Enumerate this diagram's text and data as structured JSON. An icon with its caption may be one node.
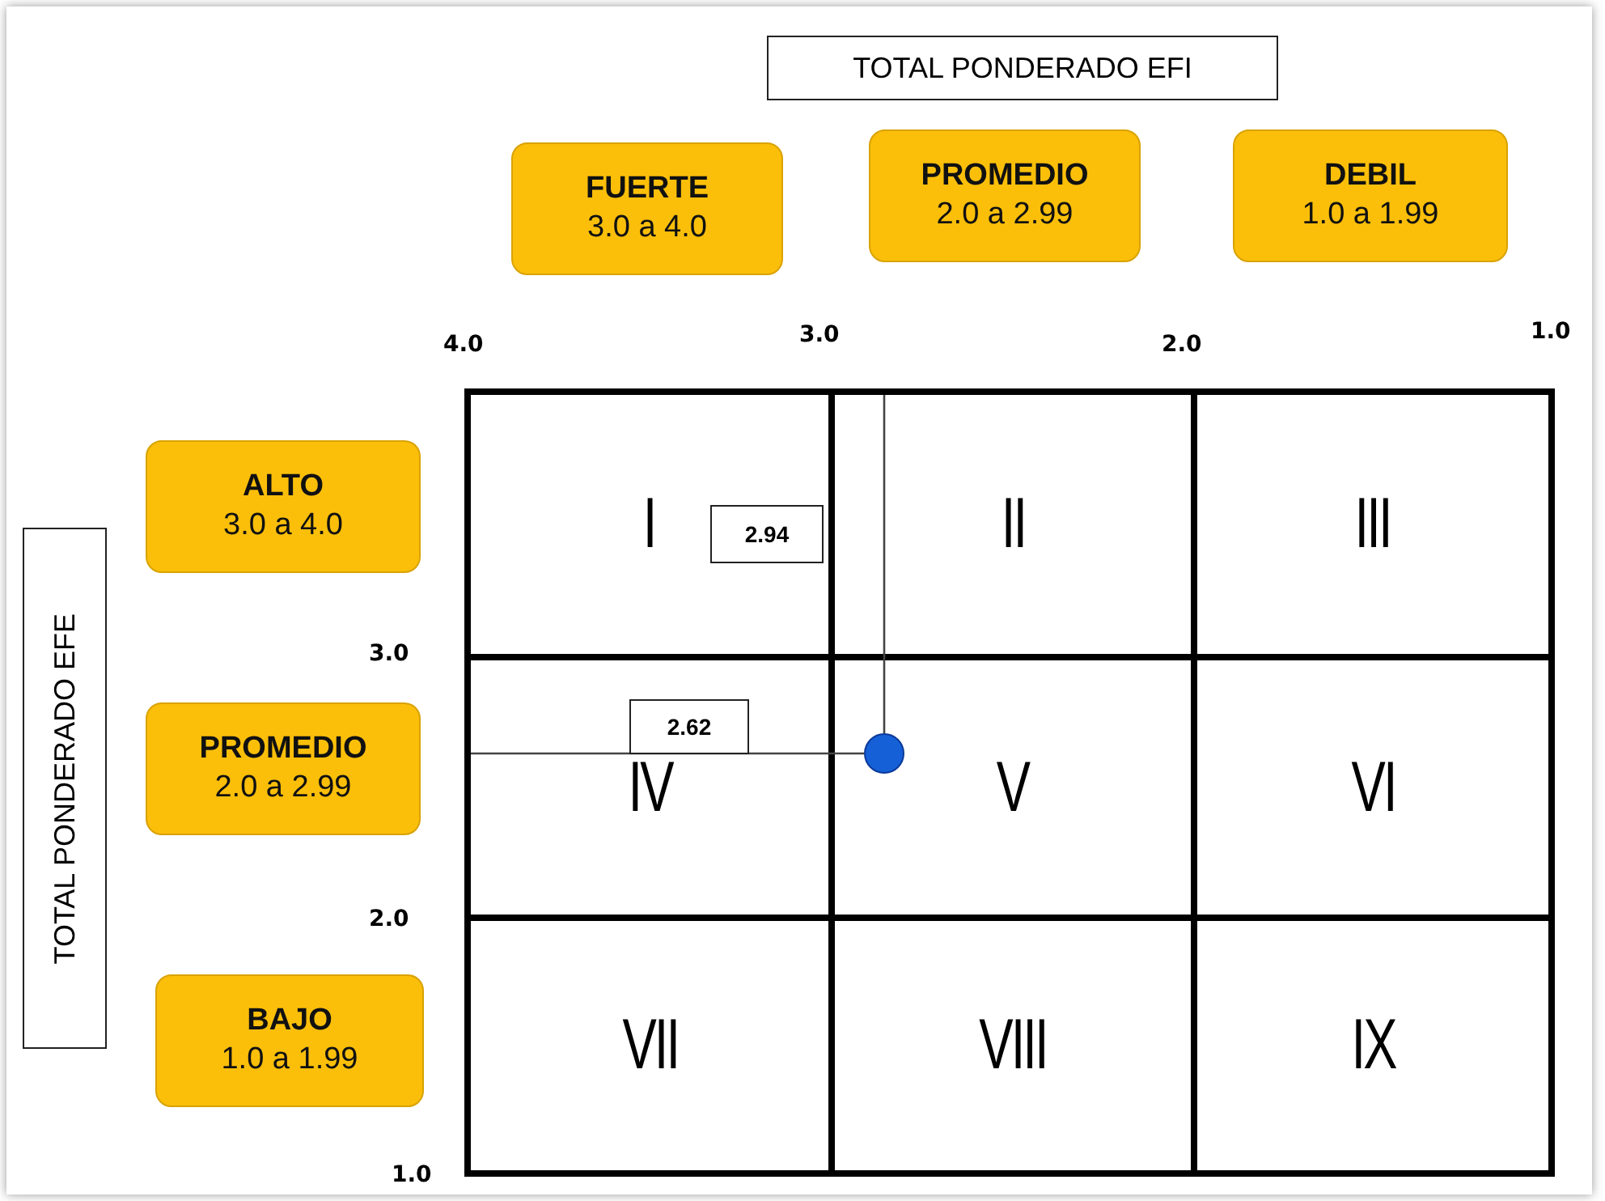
{
  "diagram": {
    "nodes": [
      {
        "text": [
          "TOTAL PONDERADO EFI"
        ]
      },
      {
        "text": [
          "FUERTE",
          "3.0 a 4.0"
        ]
      },
      {
        "text": [
          "PROMEDIO",
          "2.0 a 2.99"
        ]
      },
      {
        "text": [
          "DEBIL",
          "1.0 a 1.99"
        ]
      },
      {
        "text": [
          "TOTAL PONDERADO EFE"
        ]
      },
      {
        "text": [
          "ALTO",
          "3.0 a 4.0"
        ]
      },
      {
        "text": [
          "PROMEDIO",
          "2.0 a 2.99"
        ]
      },
      {
        "text": [
          "BAJO",
          "1.0 a 1.99"
        ]
      },
      {
        "text": [
          "I"
        ]
      },
      {
        "text": [
          "II"
        ]
      },
      {
        "text": [
          "III"
        ]
      },
      {
        "text": [
          "IV"
        ]
      },
      {
        "text": [
          "V"
        ]
      },
      {
        "text": [
          "VI"
        ]
      },
      {
        "text": [
          "VII"
        ]
      },
      {
        "text": [
          "VIII"
        ]
      },
      {
        "text": [
          "IX"
        ]
      },
      {
        "text": [
          "2.94"
        ],
        "in": 8
      },
      {
        "text": [
          "2.62"
        ],
        "in": 11
      },
      {
        "text": [],
        "shape": "circle",
        "in": 12
      }
    ],
    "edges": [
      {
        "from": 9,
        "to": 19,
        "arrow": "none"
      },
      {
        "from": 11,
        "to": 19,
        "arrow": "none"
      }
    ],
    "labels": [
      "4.0",
      "3.0",
      "2.0",
      "1.0",
      "3.0",
      "2.0",
      "1.0"
    ]
  }
}
